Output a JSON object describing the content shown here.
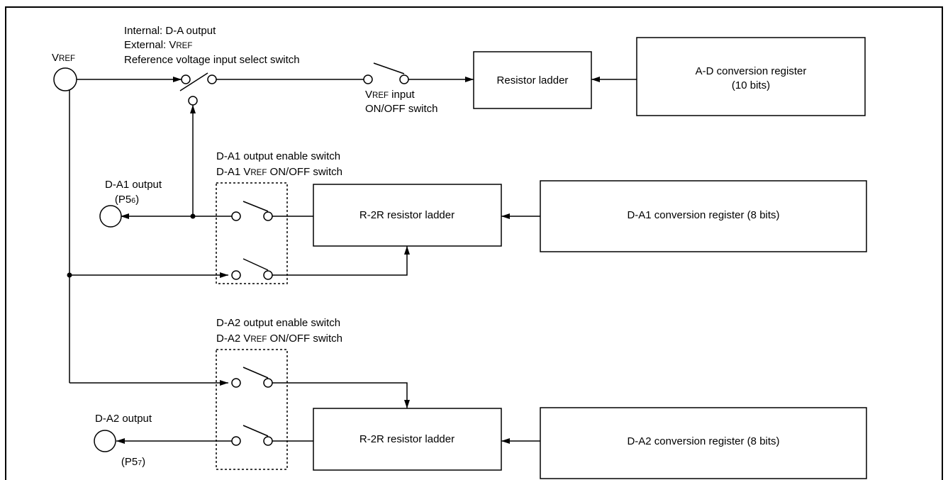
{
  "labels": {
    "vref": {
      "cap": "V",
      "small": "REF"
    },
    "select_internal": "Internal: D-A output",
    "select_external": {
      "prefix": "External: V",
      "small": "REF"
    },
    "select_title": "Reference voltage input select switch",
    "vref_input": {
      "prefix": "V",
      "small": "REF",
      "suffix": " input"
    },
    "vref_onoff": "ON/OFF switch",
    "resistor_ladder": "Resistor ladder",
    "ad_register_line1": "A-D conversion register",
    "ad_register_line2": "(10 bits)",
    "da1_enable_switch": "D-A1 output enable switch",
    "da1_vref_switch": {
      "prefix": "D-A1 V",
      "small": "REF",
      "suffix": " ON/OFF switch"
    },
    "da1_output": "D-A1 output",
    "da1_pin": {
      "prefix": "(P5",
      "sub": "6",
      "suffix": ")"
    },
    "r2r_ladder_1": "R-2R resistor ladder",
    "da1_register": "D-A1 conversion register (8 bits)",
    "da2_enable_switch": "D-A2 output enable switch",
    "da2_vref_switch": {
      "prefix": "D-A2 V",
      "small": "REF",
      "suffix": " ON/OFF switch"
    },
    "da2_output": "D-A2 output",
    "da2_pin": {
      "prefix": "(P5",
      "sub": "7",
      "suffix": ")"
    },
    "r2r_ladder_2": "R-2R resistor ladder",
    "da2_register": "D-A2 conversion register (8 bits)"
  },
  "colors": {
    "line": "#000000",
    "background": "#ffffff"
  }
}
